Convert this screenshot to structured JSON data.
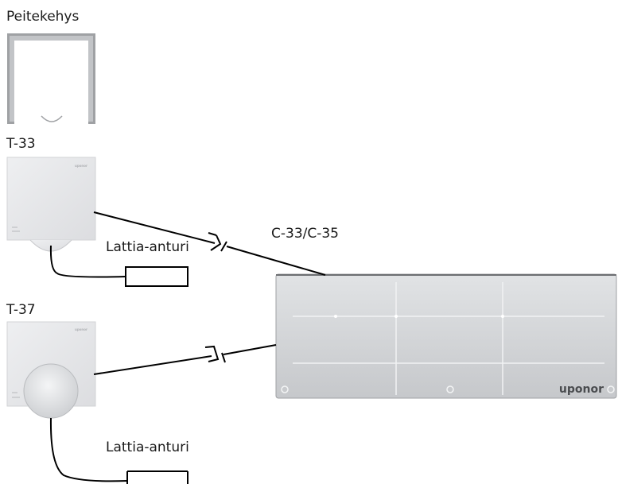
{
  "labels": {
    "cover_frame": "Peitekehys",
    "thermostat_t33": "T-33",
    "controller": "C-33/C-35",
    "floor_sensor_1": "Lattia-anturi",
    "thermostat_t37": "T-37",
    "floor_sensor_2": "Lattia-anturi"
  },
  "brand": {
    "controller_logo": "uponor",
    "thermostat_logo": "uponor"
  },
  "colors": {
    "wire": "#000000",
    "device_body": "#e6e7e9",
    "controller_body": "#cfd1d4",
    "frame_gray": "#a7a9ac"
  }
}
